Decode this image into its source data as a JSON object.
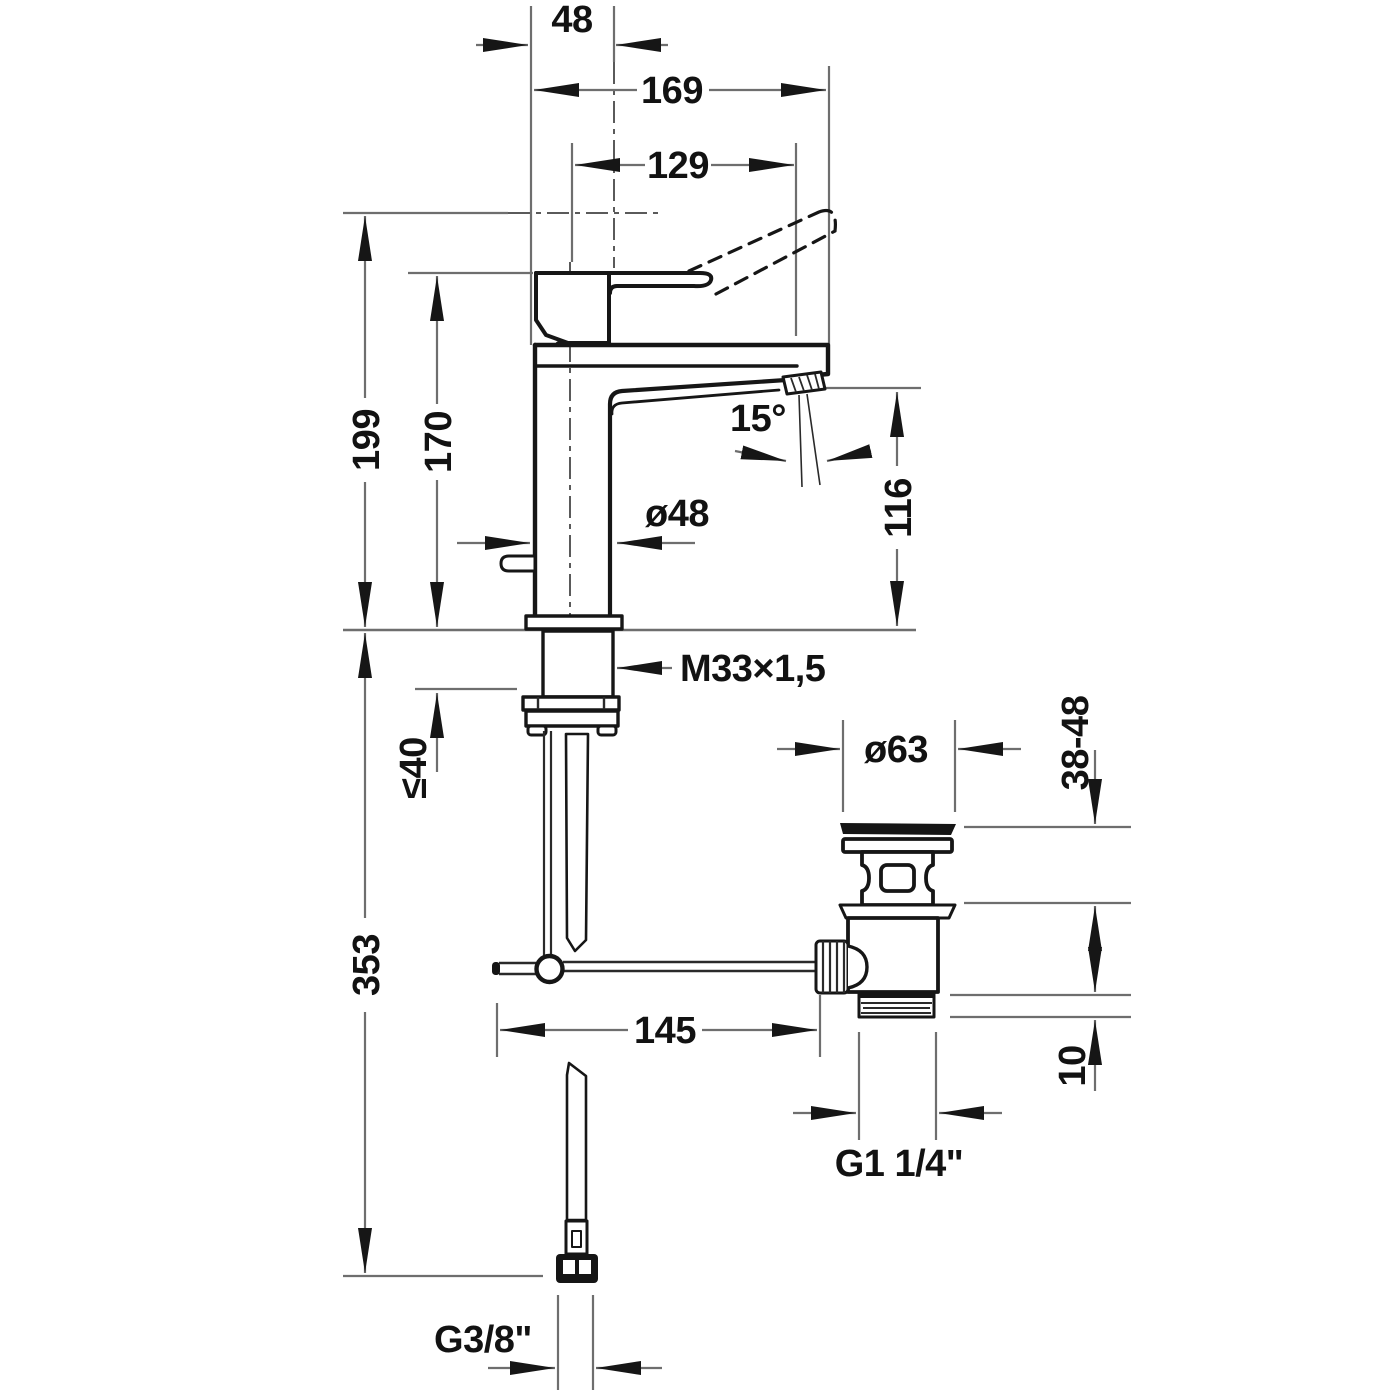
{
  "dims": {
    "cartridge_width": "48",
    "spout_reach_outer": "169",
    "spout_reach": "129",
    "height_handle_raised": "199",
    "total_height": "170",
    "stream_angle": "15°",
    "body_diameter": "ø48",
    "spout_outlet_height": "116",
    "mounting_thread": "M33×1,5",
    "max_mounting_thickness": "≤40",
    "depth_below_deck": "353",
    "rod_reach": "145",
    "waste_flange_diameter": "ø63",
    "basin_clamping_range": "38-48",
    "waste_thread_length": "10",
    "waste_outlet_thread": "G1 1/4\"",
    "supply_connection_thread": "G3/8\""
  }
}
